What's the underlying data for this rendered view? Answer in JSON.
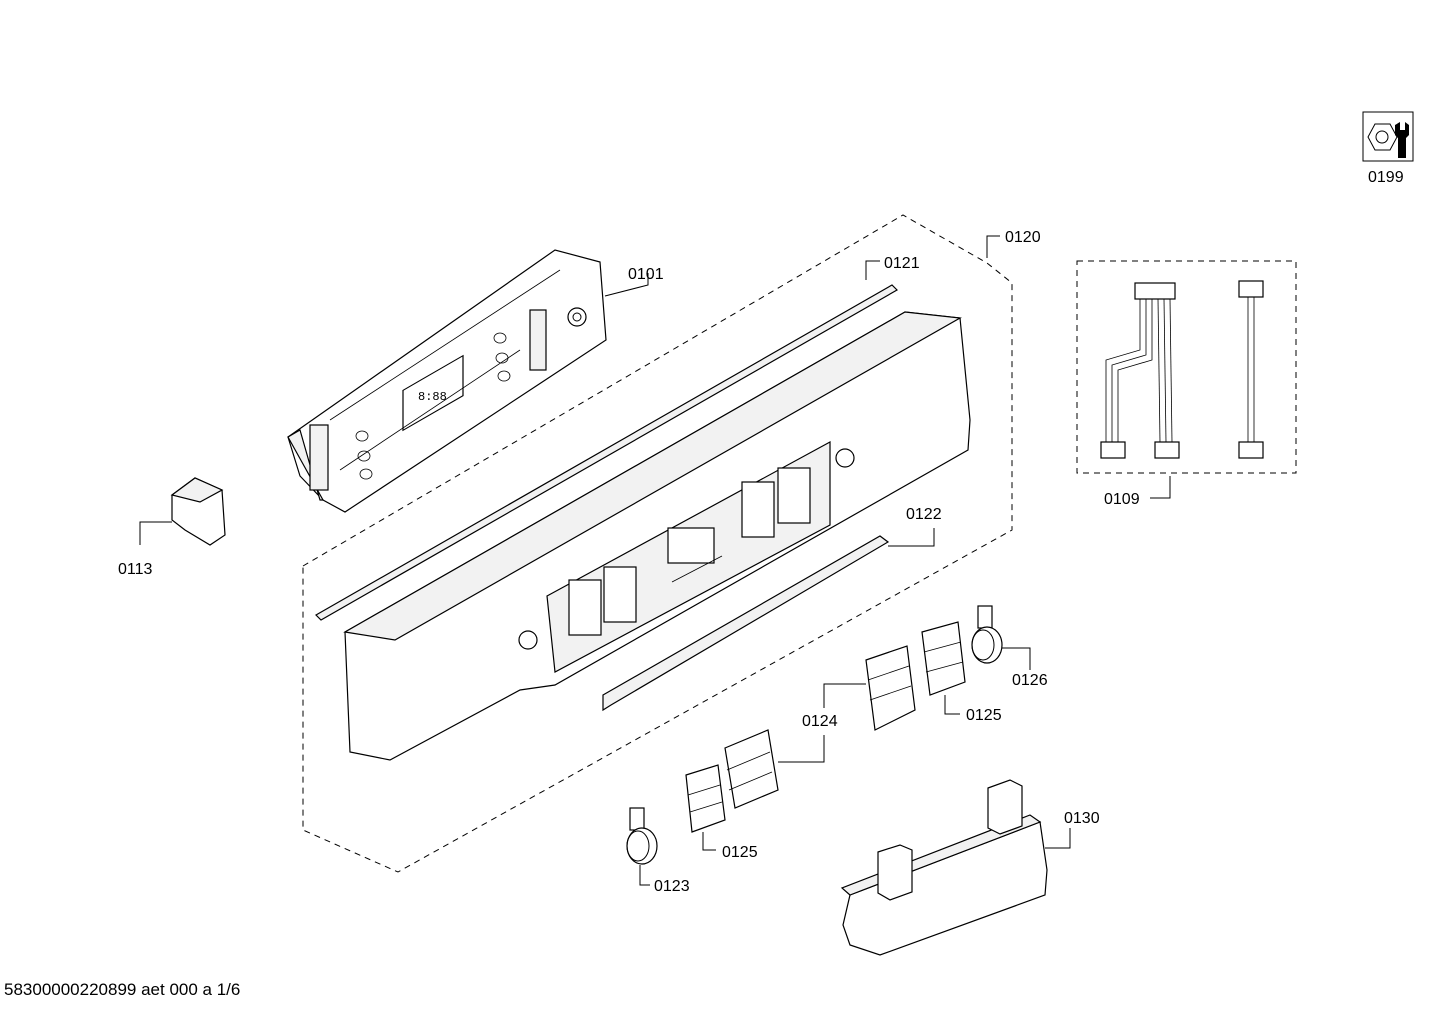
{
  "labels": {
    "p0199": "0199",
    "p0120": "0120",
    "p0101": "0101",
    "p0121": "0121",
    "p0109": "0109",
    "p0113": "0113",
    "p0122": "0122",
    "p0126": "0126",
    "p0124": "0124",
    "p0125a": "0125",
    "p0125b": "0125",
    "p0130": "0130",
    "p0123": "0123"
  },
  "footer": {
    "document_code": "58300000220899 aet 000 a 1/6"
  },
  "icons": {
    "service_icon": "nut-and-wrench-icon"
  }
}
